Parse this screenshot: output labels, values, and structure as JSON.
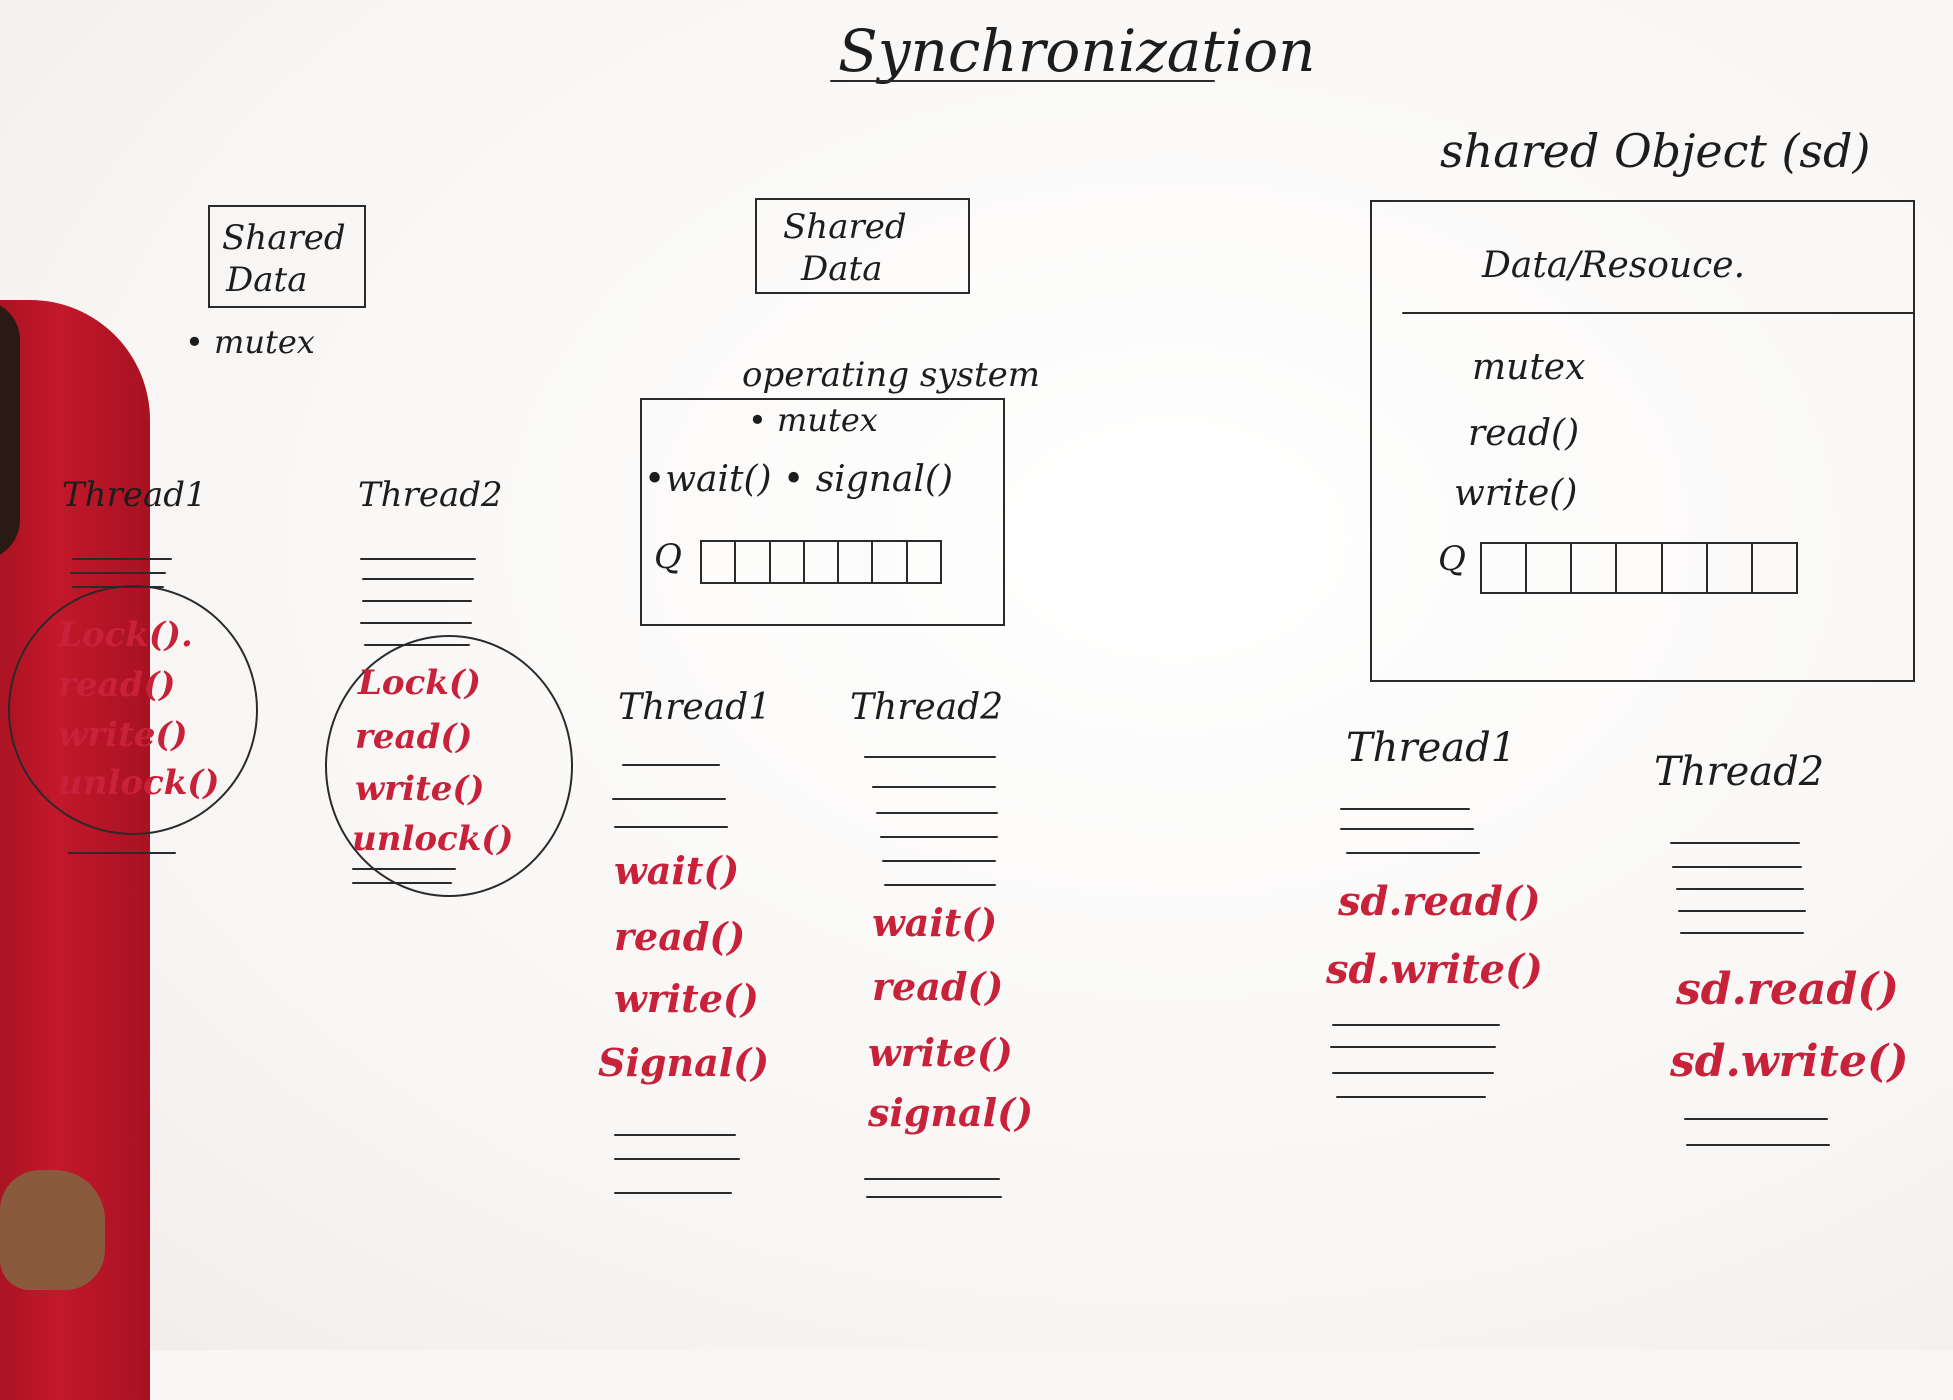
{
  "title": "Synchronization",
  "col1": {
    "shared_box": [
      "Shared",
      "Data"
    ],
    "mutex": "• mutex",
    "thread1": {
      "label": "Thread1",
      "calls": [
        "Lock().",
        "read()",
        "write()",
        "unlock()"
      ]
    },
    "thread2": {
      "label": "Thread2",
      "calls": [
        "Lock()",
        "read()",
        "write()",
        "unlock()"
      ]
    }
  },
  "col2": {
    "shared_box": [
      "Shared",
      "Data"
    ],
    "os_label": "operating system",
    "os_mutex": "• mutex",
    "os_ops": "•wait() • signal()",
    "queue_label": "Q",
    "queue_cells": 7,
    "thread1": {
      "label": "Thread1",
      "calls": [
        "wait()",
        "read()",
        "write()",
        "Signal()"
      ]
    },
    "thread2": {
      "label": "Thread2",
      "calls": [
        "wait()",
        "read()",
        "write()",
        "signal()"
      ]
    }
  },
  "col3": {
    "title": "shared Object (sd)",
    "header": "Data/Resouce.",
    "members": [
      "mutex",
      "read()",
      "write()"
    ],
    "queue_label": "Q",
    "queue_cells": 7,
    "thread1": {
      "label": "Thread1",
      "calls": [
        "sd.read()",
        "sd.write()"
      ]
    },
    "thread2": {
      "label": "Thread2",
      "calls": [
        "sd.read()",
        "sd.write()"
      ]
    }
  },
  "colors": {
    "ink": "#1d1d1d",
    "marker_red": "#c8213a",
    "board": "#f8f6f4"
  }
}
